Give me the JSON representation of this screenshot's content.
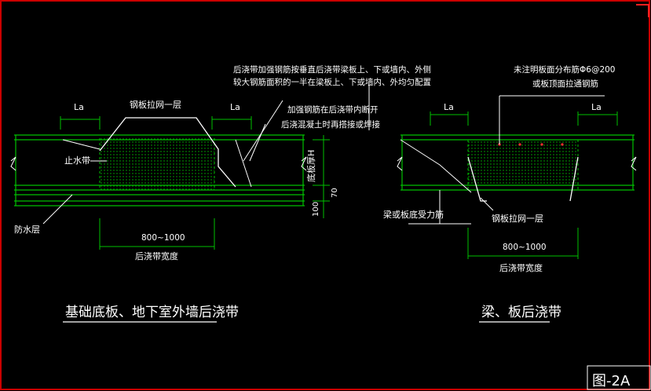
{
  "left_detail": {
    "top_note_line1": "后浇带加强钢筋按垂直后浇带梁板上、下或墙内、外侧",
    "top_note_line2": "较大钢筋面积的一半在梁板上、下或墙内、外均匀配置",
    "sub_note_line1": "加强钢筋在后浇带内断开",
    "sub_note_line2": "后浇混凝土时再搭接或焊接",
    "mesh_label": "钢板拉网一层",
    "la_left": "La",
    "la_right": "La",
    "waterstop_label": "止水带",
    "waterproof_label": "防水层",
    "vertical_label": "底板厚H",
    "dim_70": "70",
    "dim_100": "100",
    "width_dim": "800~1000",
    "width_label": "后浇带宽度",
    "title": "基础底板、地下室外墙后浇带"
  },
  "right_detail": {
    "note_line1": "未注明板面分布筋Φ6@200",
    "note_line2": "或板顶面拉通钢筋",
    "la_left": "La",
    "la_right": "La",
    "rebar_label": "梁或板底受力筋",
    "mesh_label": "钢板拉网一层",
    "width_dim": "800~1000",
    "width_label": "后浇带宽度",
    "title": "梁、板后浇带"
  },
  "figure_label": "图-2A",
  "colors": {
    "background": "#000000",
    "line_green": "#00c000",
    "text_white": "#ffffff",
    "rebar_red": "#ff3030",
    "frame_red": "#cc0000"
  }
}
